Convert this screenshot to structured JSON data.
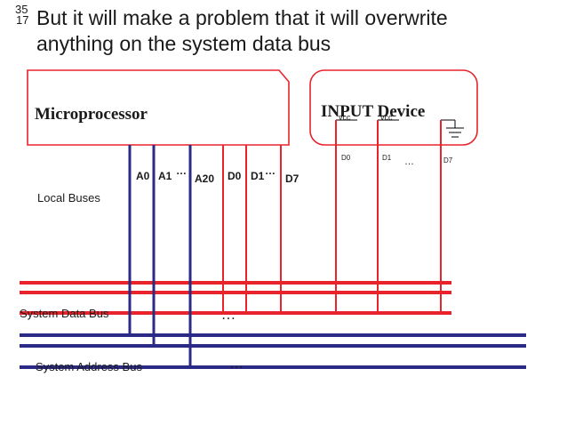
{
  "slide": {
    "number_top": "35",
    "number_bottom": "17",
    "title_line1": "But it will make a problem that it will overwrite",
    "title_line2": "anything on the system data bus"
  },
  "blocks": {
    "microprocessor_label": "Microprocessor",
    "input_device_label": "INPUT Device",
    "vcc1_label": "vcc",
    "vcc2_label": "vcc"
  },
  "pins": {
    "a0": "A0",
    "a1": "A1",
    "a_dots": "…",
    "a20": "A20",
    "d0": "D0",
    "d1": "D1",
    "d_dots": "…",
    "d7": "D7",
    "in_d0": "D0",
    "in_d1": "D1",
    "in_dots": "…",
    "in_d7": "D7"
  },
  "buses": {
    "local_buses_label": "Local Buses",
    "system_data_bus_label": "System Data Bus",
    "system_address_bus_label": "System Address Bus",
    "data_bus_dots": "…",
    "address_bus_dots": "…"
  },
  "colors": {
    "red": "#e8232b",
    "blue": "#2b2a86",
    "black": "#000000",
    "text": "#1a1a1a"
  }
}
